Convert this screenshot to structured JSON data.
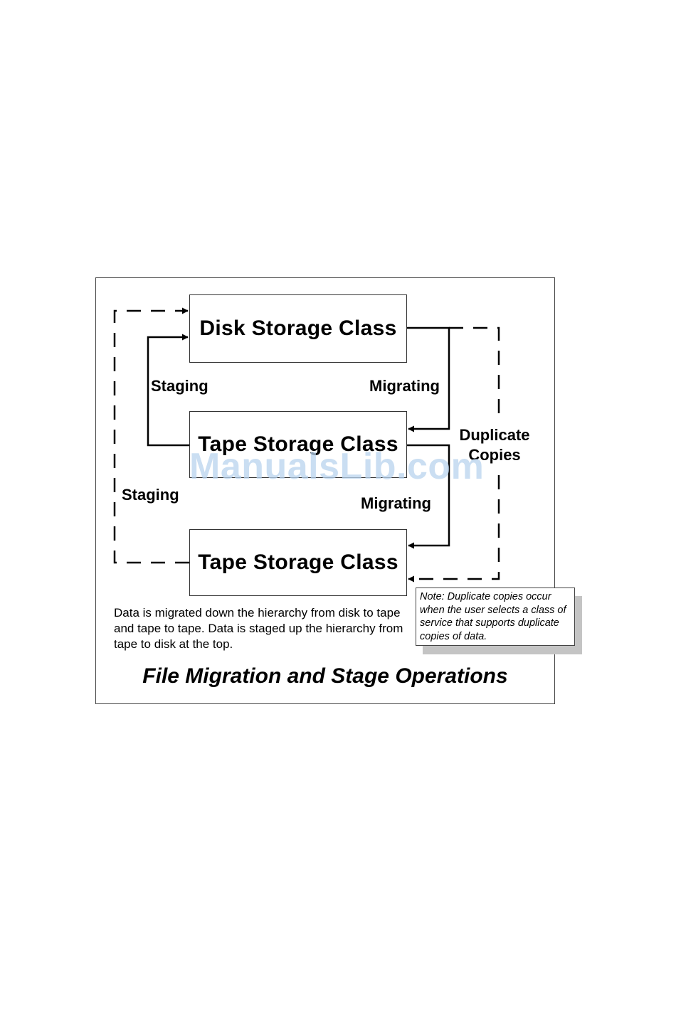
{
  "diagram": {
    "boxes": {
      "disk": "Disk Storage Class",
      "tape_upper": "Tape Storage Class",
      "tape_lower": "Tape Storage Class"
    },
    "labels": {
      "staging_inner": "Staging",
      "staging_outer": "Staging",
      "migrating_upper": "Migrating",
      "migrating_lower": "Migrating",
      "duplicate_copies": "Duplicate Copies"
    },
    "description": "Data is migrated down the hierarchy from disk to tape and tape to tape.  Data is staged up the hierarchy from tape to disk at the top.",
    "note": "Note: Duplicate copies occur when the user selects  a class of service that supports duplicate copies of data.",
    "caption": "File Migration and Stage Operations",
    "watermark": "ManualsLib.com"
  }
}
